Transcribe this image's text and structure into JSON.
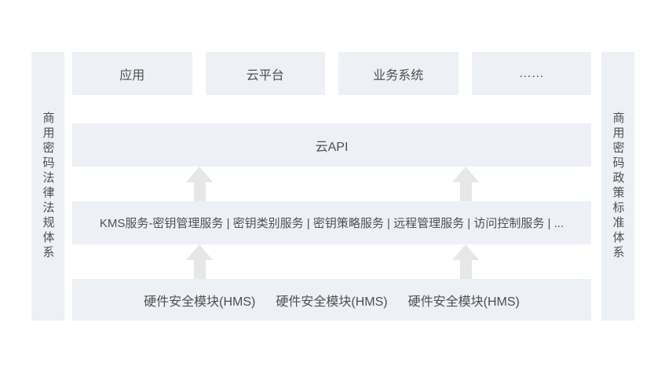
{
  "diagram": {
    "title_semantic": "cloud-kms-architecture-diagram",
    "left_bar": {
      "label": "商用密码法律法规体系"
    },
    "right_bar": {
      "label": "商用密码政策标准体系"
    },
    "top_row": {
      "items": [
        {
          "label": "应用"
        },
        {
          "label": "云平台"
        },
        {
          "label": "业务系统"
        },
        {
          "label": "……"
        }
      ]
    },
    "api_row": {
      "label": "云API"
    },
    "kms_row": {
      "label": "KMS服务-密钥管理服务 | 密钥类别服务 | 密钥策略服务 | 远程管理服务 | 访问控制服务 | ..."
    },
    "hms_row": {
      "modules": [
        {
          "label": "硬件安全模块(HMS)"
        },
        {
          "label": "硬件安全模块(HMS)"
        },
        {
          "label": "硬件安全模块(HMS)"
        }
      ]
    },
    "arrows": {
      "direction": "up",
      "count": 4
    },
    "colors": {
      "background": "#ffffff",
      "box_fill": "#edf0f5",
      "arrow": "#e7e7e7",
      "text": "#4f4f4f"
    }
  }
}
